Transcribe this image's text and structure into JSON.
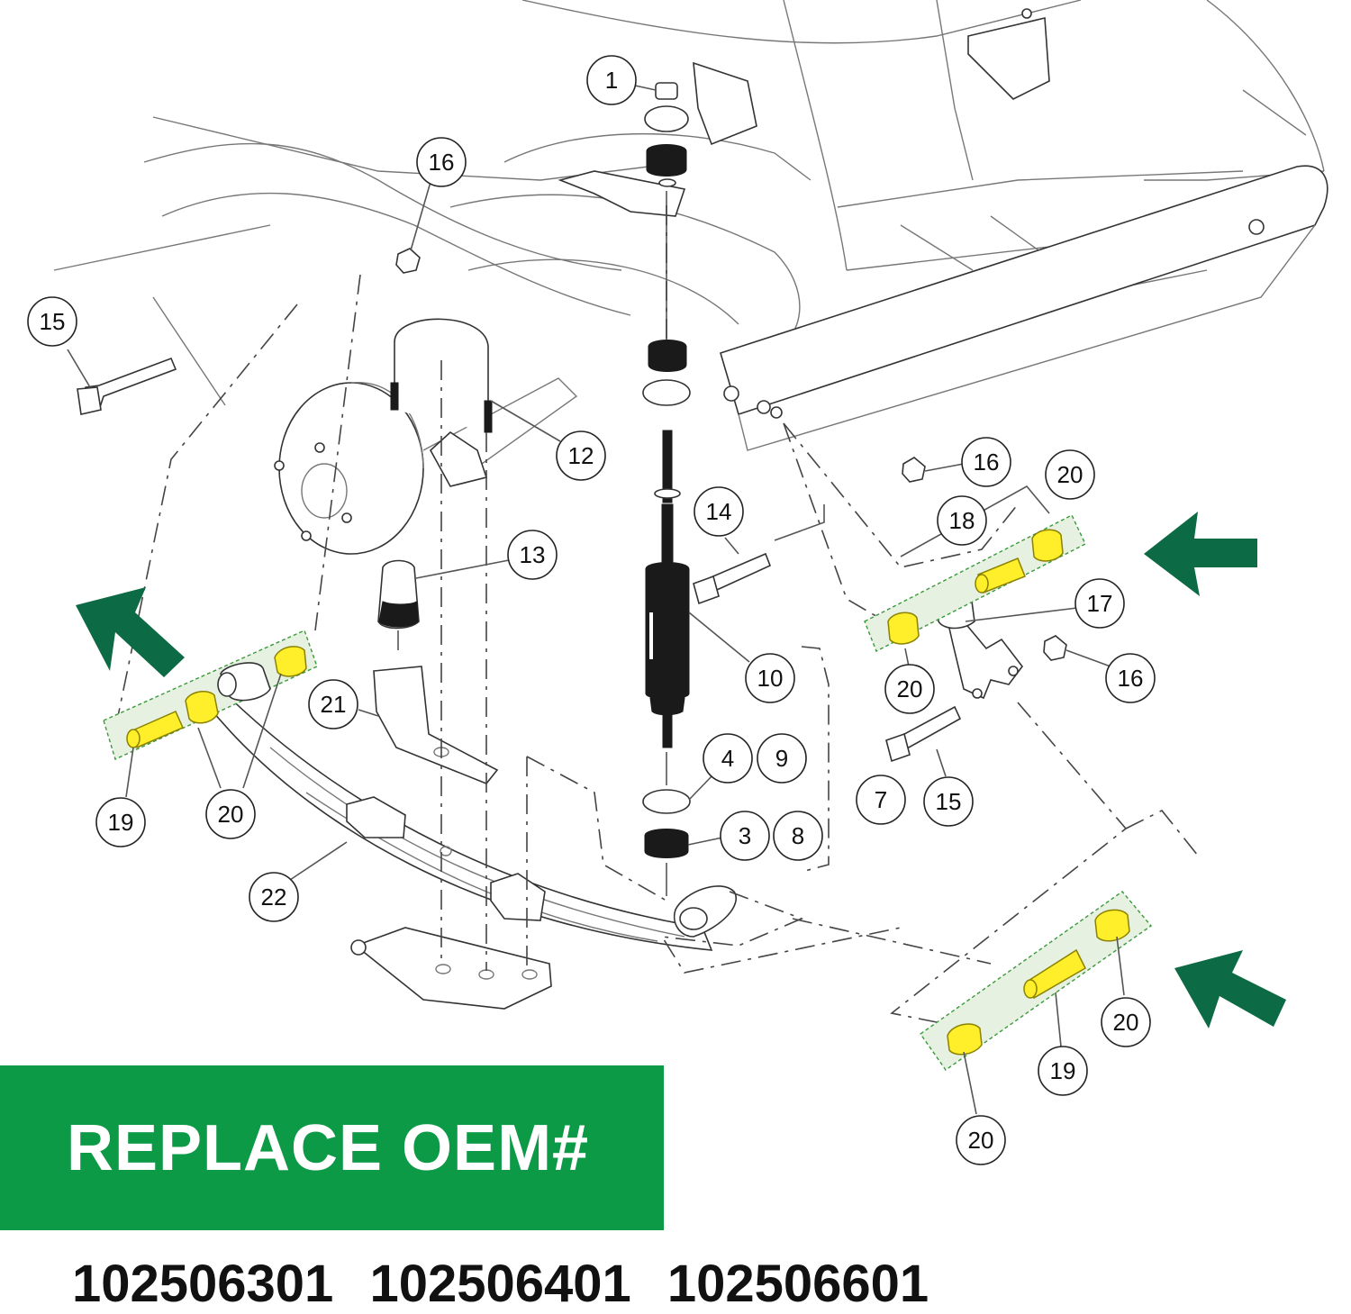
{
  "banner": {
    "text": "REPLACE OEM#",
    "background": "#0d9a47",
    "text_color": "#ffffff"
  },
  "oem_numbers": [
    "102506301",
    "102506401",
    "102506601"
  ],
  "callouts": [
    "1",
    "16",
    "15",
    "12",
    "13",
    "14",
    "10",
    "21",
    "19",
    "20",
    "22",
    "4",
    "9",
    "3",
    "8",
    "7",
    "16",
    "20",
    "18",
    "17",
    "20",
    "16",
    "15",
    "20",
    "19",
    "20"
  ],
  "colors": {
    "highlight_part": "#ffef2a",
    "kit_outline": "#3a9a3a",
    "arrow": "#0c6b45"
  },
  "icons": {
    "arrow": "arrow-icon"
  }
}
